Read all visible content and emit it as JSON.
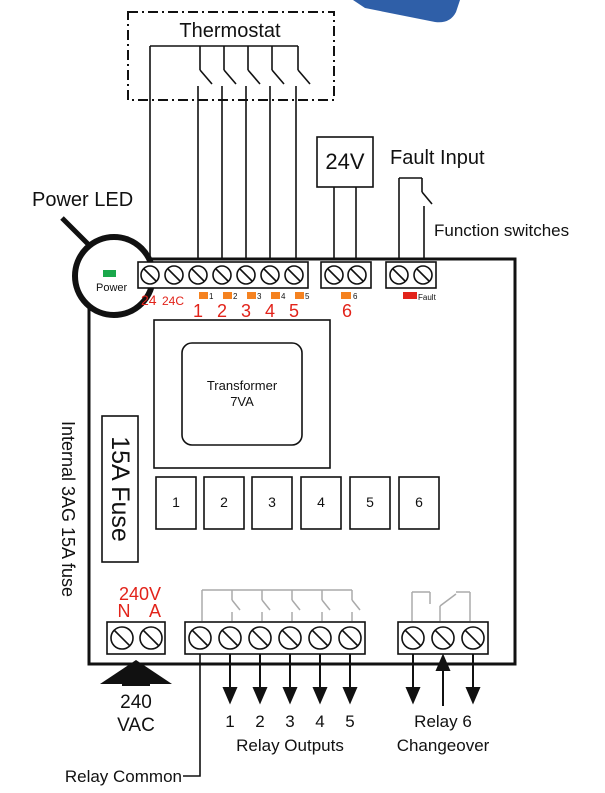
{
  "thermostat": {
    "label": "Thermostat"
  },
  "supply_24v": {
    "label": "24V"
  },
  "fault_input": {
    "label": "Fault Input"
  },
  "function_switches": {
    "label": "Function switches"
  },
  "power_led": {
    "callout": "Power LED",
    "board_label": "Power"
  },
  "terminal_labels": {
    "t24": "24",
    "t24c": "24C"
  },
  "channel_numbers": [
    "1",
    "2",
    "3",
    "4",
    "5"
  ],
  "channel_six": "6",
  "led_small_labels": [
    "1",
    "2",
    "3",
    "4",
    "5"
  ],
  "led_six_small": "6",
  "fault_led_label": "Fault",
  "transformer": {
    "line1": "Transformer",
    "line2": "7VA"
  },
  "fuse_box_label": "15A Fuse",
  "internal_fuse_label": "Internal 3AG 15A fuse",
  "relay_labels": [
    "1",
    "2",
    "3",
    "4",
    "5",
    "6"
  ],
  "mains": {
    "voltage": "240V",
    "n": "N",
    "a": "A"
  },
  "vac": {
    "line1": "240",
    "line2": "VAC"
  },
  "relay_output_numbers": [
    "1",
    "2",
    "3",
    "4",
    "5"
  ],
  "relay_outputs_label": "Relay Outputs",
  "relay6": {
    "line1": "Relay 6",
    "line2": "Changeover"
  },
  "relay_common_label": "Relay Common",
  "colors": {
    "led_green": "#1aa84b",
    "led_orange": "#f58220",
    "led_red": "#e2231a",
    "accent_red": "#e2231a",
    "relay_wire": "#aaaaaa",
    "box_blue": "#2f5fa8"
  }
}
